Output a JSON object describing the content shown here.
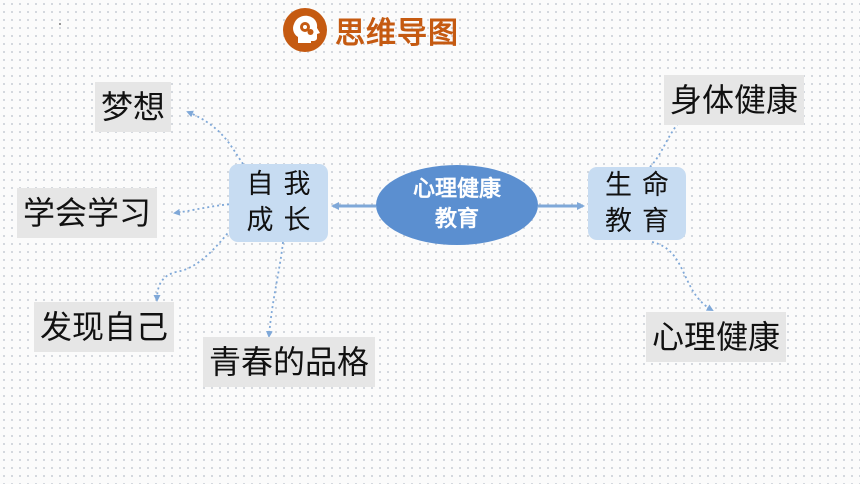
{
  "header": {
    "icon": "head-with-gears-icon",
    "title": "思维导图",
    "accent_color": "#c55a11"
  },
  "center": {
    "line1": "心理健康",
    "line2": "教育",
    "color": "#5b8fd0"
  },
  "branches": {
    "left": {
      "line1": "自我",
      "line2": "成长",
      "children": [
        "梦想",
        "学会学习",
        "发现自己",
        "青春的品格"
      ]
    },
    "right": {
      "line1": "生命",
      "line2": "教育",
      "children": [
        "身体健康",
        "心理健康"
      ]
    }
  },
  "colors": {
    "hub_fill": "#c7dcf2",
    "leaf_fill": "#e6e6e6",
    "connector": "#7fa8d8"
  }
}
